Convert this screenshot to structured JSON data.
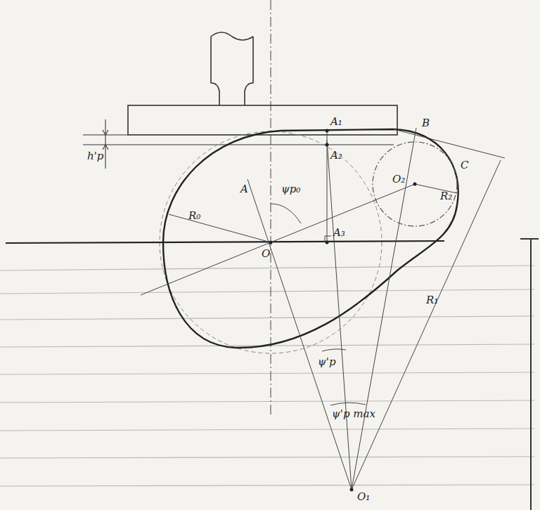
{
  "diagram": {
    "labels": [
      "h'p",
      "A₁",
      "A₂",
      "A",
      "R₀",
      "ψp₀",
      "B",
      "C",
      "O₂",
      "R₂",
      "O",
      "A₃",
      "R₁",
      "ψ'p",
      "ψ'p max",
      "O₁"
    ]
  }
}
